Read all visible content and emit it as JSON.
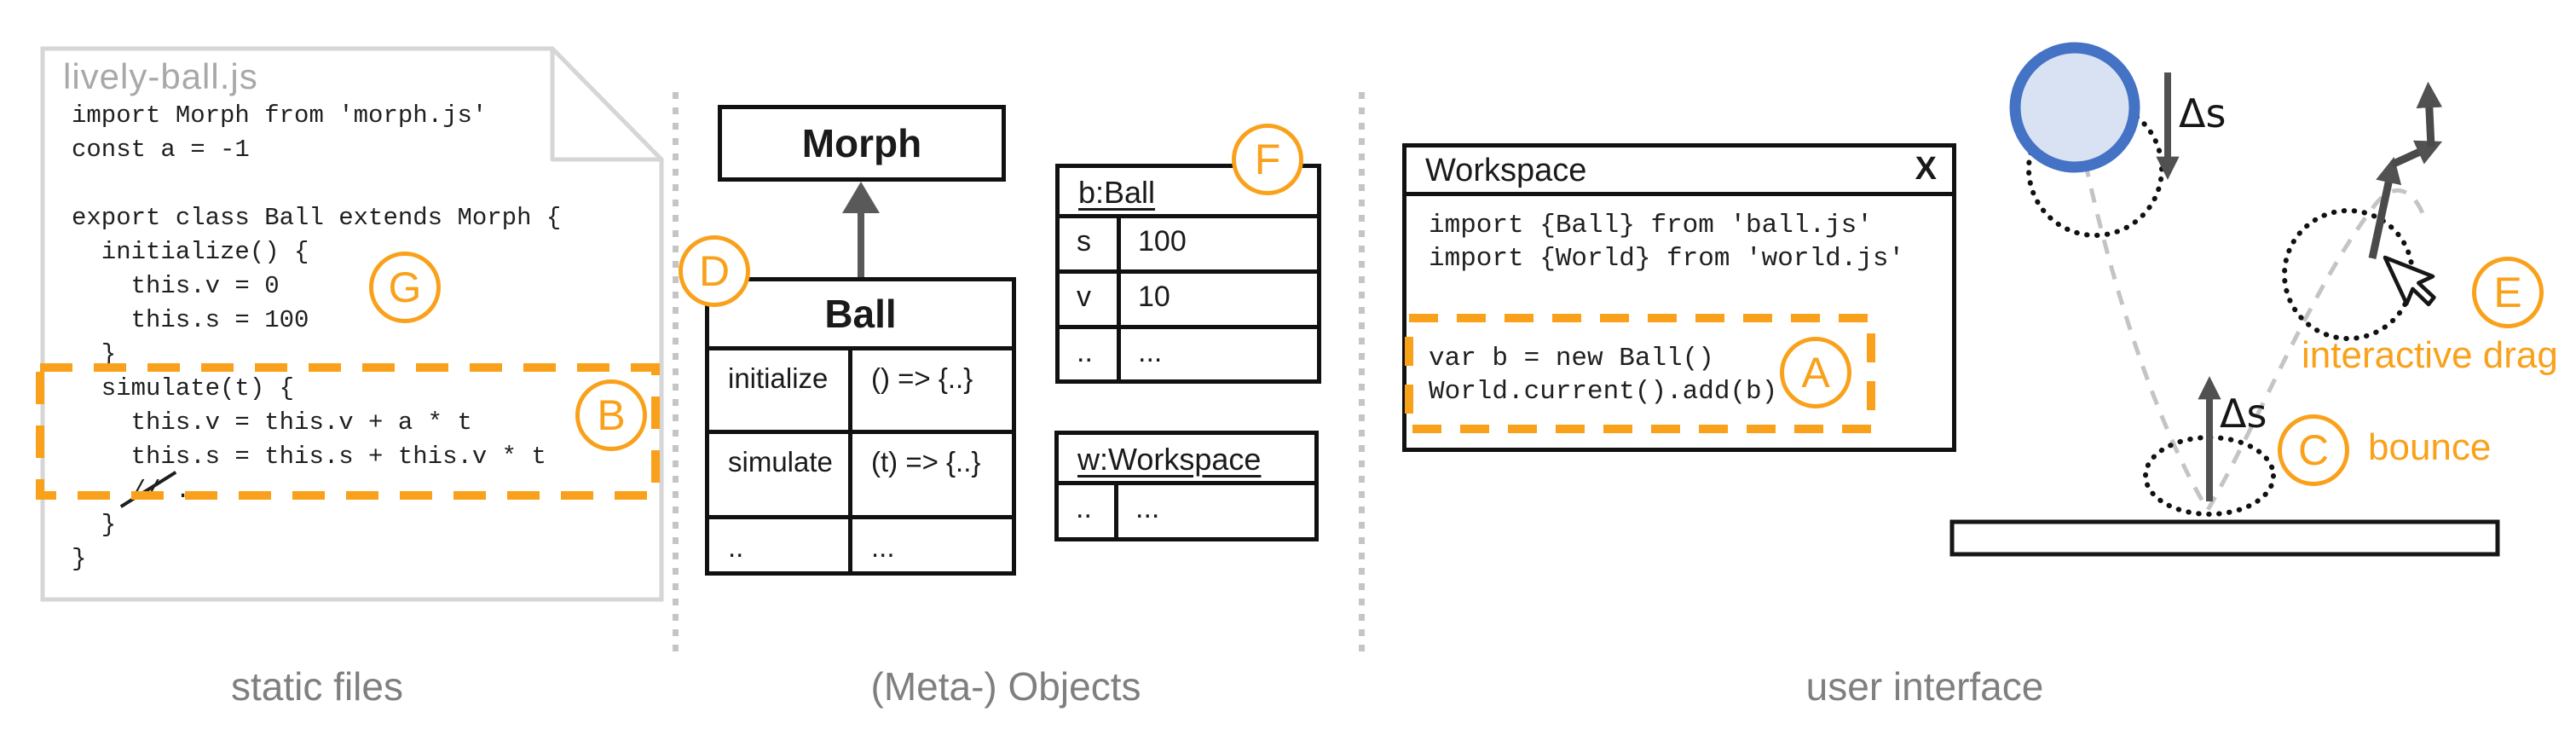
{
  "captions": {
    "left": "static files",
    "middle": "(Meta-) Objects",
    "right": "user interface"
  },
  "file_card": {
    "title": "lively-ball.js",
    "code": [
      "import Morph from 'morph.js'",
      "const a = -1",
      "",
      "export class Ball extends Morph {",
      "  initialize() {",
      "    this.v = 0",
      "    this.s = 100",
      "  }",
      "  simulate(t) {",
      "    this.v = this.v + a * t",
      "    this.s = this.s + this.v * t",
      "    // ...",
      "  }",
      "}"
    ]
  },
  "badges": {
    "a": "A",
    "b": "B",
    "c": "C",
    "d": "D",
    "e": "E",
    "f": "F",
    "g": "G"
  },
  "class_diagram": {
    "superclass": "Morph",
    "class_table": {
      "title": "Ball",
      "rows": [
        [
          "initialize",
          "() => {..}"
        ],
        [
          "simulate",
          "(t) => {..}"
        ],
        [
          "..",
          "..."
        ]
      ]
    }
  },
  "instances": {
    "ball": {
      "title": "b:Ball",
      "rows": [
        [
          "s",
          "100"
        ],
        [
          "v",
          "10"
        ],
        [
          "..",
          "..."
        ]
      ]
    },
    "workspace": {
      "title": "w:Workspace",
      "rows": [
        [
          "..",
          "..."
        ]
      ]
    }
  },
  "workspace_window": {
    "title": "Workspace",
    "close_label": "X",
    "code": [
      "import {Ball} from 'ball.js'",
      "import {World} from 'world.js'",
      "",
      "",
      "var b = new Ball()",
      "World.current().add(b)"
    ]
  },
  "physics": {
    "delta_s_fall": "Δs",
    "delta_s_bounce": "Δs",
    "bounce_label": "bounce",
    "drag_label": "interactive drag"
  },
  "colors": {
    "accent_orange": "#f9a11b",
    "ball_border_blue": "#4472c4",
    "ball_fill_blue": "#d9e2f3",
    "trajectory_gray": "#c4c4c4",
    "arrow_gray": "#515151",
    "file_border_gray": "#d6d6d6"
  }
}
